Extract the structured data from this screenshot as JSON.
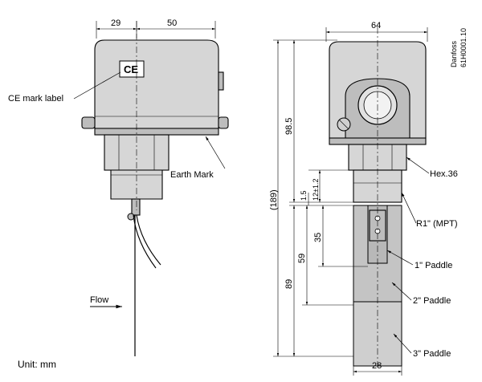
{
  "left_view": {
    "dim_top_left": "29",
    "dim_top_right": "50",
    "ce_mark": "CE",
    "ce_label": "CE mark label",
    "earth_mark": "Earth Mark",
    "flow": "Flow"
  },
  "right_view": {
    "dim_width_top": "64",
    "dim_total": "(189)",
    "dim_body": "98.5",
    "dim_paddle_len": "89",
    "dim_thread_a": "1.5",
    "dim_thread_b": "12±1.2",
    "dim_1in": "35",
    "dim_2in": "59",
    "dim_bottom_width": "28",
    "hex": "Hex.36",
    "thread": "R1\" (MPT)",
    "paddle_1": "1\" Paddle",
    "paddle_2": "2\" Paddle",
    "paddle_3": "3\" Paddle"
  },
  "brand": "Danfoss",
  "doc_code": "61H0001.10",
  "unit_label": "Unit: mm"
}
